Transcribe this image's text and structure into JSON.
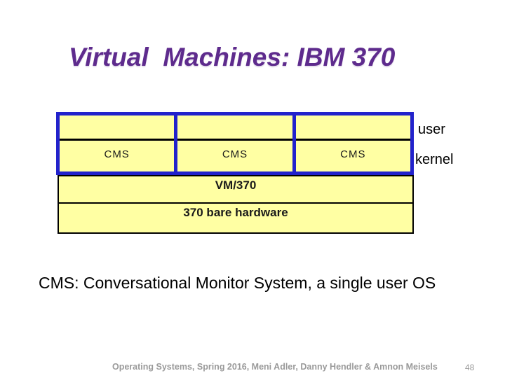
{
  "slide": {
    "title": "Virtual  Machines: IBM 370",
    "caption": "CMS: Conversational Monitor System, a single user OS",
    "footer": "Operating Systems, Spring 2016, Meni Adler, Danny Hendler & Amnon Meisels",
    "page_number": "48"
  },
  "diagram": {
    "vm_boxes": [
      {
        "label": "CMS"
      },
      {
        "label": "CMS"
      },
      {
        "label": "CMS"
      }
    ],
    "side_labels": {
      "user": "user",
      "kernel": "kernel"
    },
    "hypervisor_layer": "VM/370",
    "hardware_layer": "370 bare hardware"
  },
  "colors": {
    "box_fill_yellow": "#FFFFA3",
    "box_border_blue": "#2222CC",
    "divider_black": "#000000",
    "title_purple": "#5E2B8D",
    "body_text": "#000000",
    "footer_gray": "#9A9A9A"
  }
}
